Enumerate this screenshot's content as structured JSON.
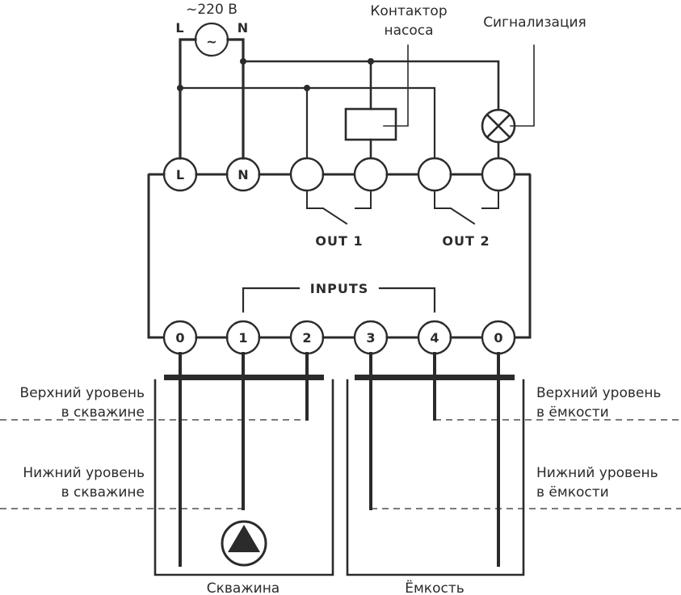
{
  "title": "Схема подключения контроллера уровня",
  "colors": {
    "ink": "#2b2b2b",
    "background": "#ffffff"
  },
  "supply": {
    "voltage_label": "~220 В",
    "phase_label": "L",
    "neutral_label": "N",
    "source_symbol": "~"
  },
  "callouts": {
    "pump_contactor": [
      "Контактор",
      "насоса"
    ],
    "alarm": "Сигнализация"
  },
  "top_terminals": [
    "L",
    "N",
    "",
    "",
    "",
    ""
  ],
  "outputs": {
    "out1": "OUT 1",
    "out2": "OUT 2"
  },
  "inputs_label": "INPUTS",
  "bottom_terminals": [
    "0",
    "1",
    "2",
    "3",
    "4",
    "0"
  ],
  "level_labels": {
    "well_upper": [
      "Верхний уровень",
      "в скважине"
    ],
    "well_lower": [
      "Нижний уровень",
      "в скважине"
    ],
    "tank_upper": [
      "Верхний уровень",
      "в ёмкости"
    ],
    "tank_lower": [
      "Нижний уровень",
      "в ёмкости"
    ]
  },
  "vessels": {
    "well": "Скважина",
    "tank": "Ёмкость"
  },
  "icons": {
    "ac_source": "ac-source-icon",
    "coil": "relay-coil-icon",
    "lamp": "lamp-icon",
    "pump": "pump-icon"
  }
}
